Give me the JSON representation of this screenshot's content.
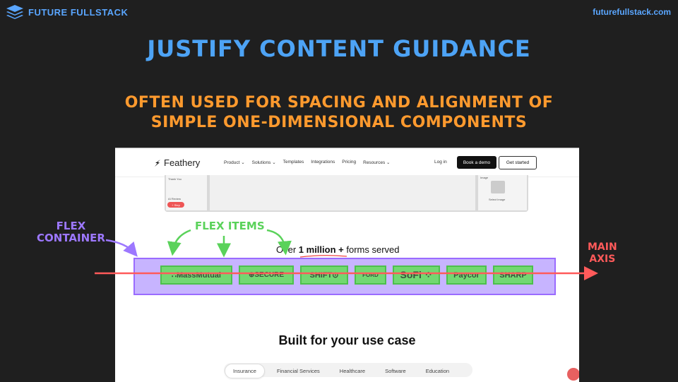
{
  "brand": {
    "name": "FUTURE FULLSTACK",
    "icon": "stacked-layers-icon",
    "url": "futurefullstack.com"
  },
  "slide": {
    "title": "JUSTIFY CONTENT GUIDANCE",
    "subtitle_line1": "OFTEN USED FOR SPACING AND ALIGNMENT OF",
    "subtitle_line2": "SIMPLE ONE-DIMENSIONAL COMPONENTS"
  },
  "annotations": {
    "flex_container_line1": "FLEX",
    "flex_container_line2": "CONTAINER",
    "flex_items": "FLEX ITEMS",
    "main_axis_line1": "MAIN",
    "main_axis_line2": "AXIS"
  },
  "screenshot": {
    "logo": "Feathery",
    "nav": [
      "Product ⌄",
      "Solutions ⌄",
      "Templates",
      "Integrations",
      "Pricing",
      "Resources ⌄"
    ],
    "login": "Log in",
    "book_demo": "Book a demo",
    "get_started": "Get started",
    "mock": {
      "thank_you": "Thank You",
      "ai_review": "AI Review",
      "step": "+ Step",
      "image": "Image",
      "select_image": "Select Image"
    },
    "headline_pre": "Over ",
    "headline_bold": "1 million +",
    "headline_post": " forms served",
    "customer_logos": [
      "∴MassMutual",
      "⊕SECURE",
      "SHIFT⊙",
      "FORD",
      "SoFi ⁘",
      "Paycor",
      "SHARP"
    ],
    "section_title": "Built for your use case",
    "tabs": [
      "Insurance",
      "Financial Services",
      "Healthcare",
      "Software",
      "Education"
    ],
    "active_tab": "Insurance"
  },
  "colors": {
    "background": "#1f1f1f",
    "title": "#4da3f5",
    "subtitle": "#ff9a2e",
    "flex_container": "#9d78ff",
    "flex_items": "#5ad25a",
    "main_axis": "#ff5a5a"
  }
}
